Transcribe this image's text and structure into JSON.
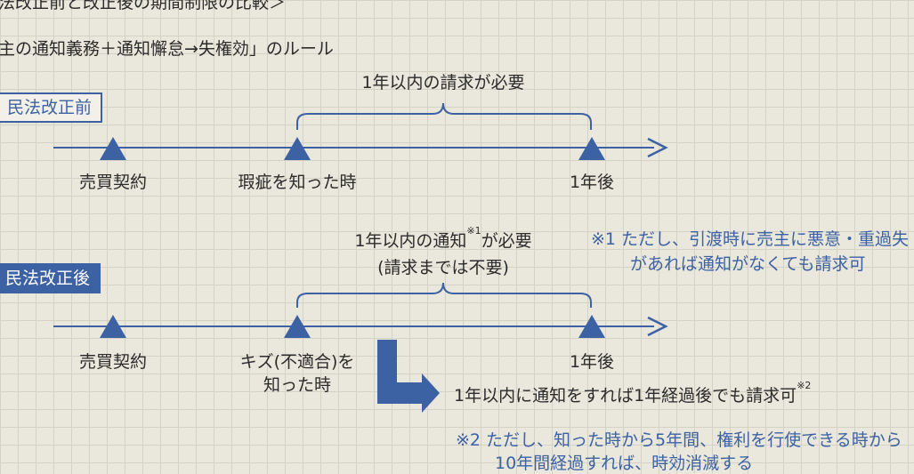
{
  "header": {
    "title": "法改正前と改正後の期間制限の比較＞",
    "rule_title": "主の通知義務＋通知懈怠→失権効」のルール"
  },
  "before": {
    "label": "民法改正前",
    "bracket_label": "1年以内の請求が必要",
    "ticks": [
      "売買契約",
      "瑕疵を知った時",
      "1年後"
    ]
  },
  "after": {
    "label": "民法改正後",
    "bracket_label_line1_main": "1年以内の通知",
    "bracket_label_line1_sup": "※1",
    "bracket_label_line1_tail": "が必要",
    "bracket_label_line2": "(請求までは不要)",
    "ticks": [
      "売買契約",
      "キズ(不適合)を",
      "1年後"
    ],
    "tick2_line2": "知った時",
    "arrow_text_main": "1年以内に通知をすれば1年経過後でも請求可",
    "arrow_text_sup": "※2"
  },
  "notes": {
    "note1_line1": "※1 ただし、引渡時に売主に悪意・重過失",
    "note1_line2": "があれば通知がなくても請求可",
    "note2_line1": "※2 ただし、知った時から5年間、権利を行使できる時から",
    "note2_line2": "10年間経過すれば、時効消滅する"
  },
  "colors": {
    "accent": "#3d62a3",
    "text": "#2b2b2b",
    "grid_bg": "#eae7dc"
  }
}
